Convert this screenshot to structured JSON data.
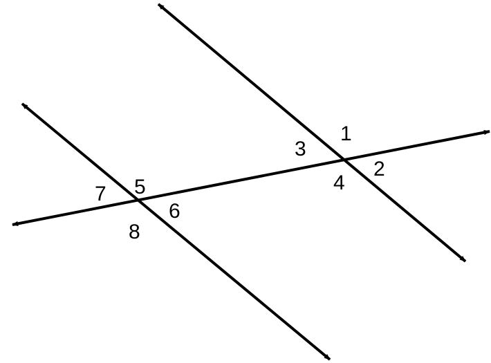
{
  "diagram": {
    "type": "parallel lines cut by a transversal",
    "line_color": "#000000",
    "background_color": "#ffffff",
    "angle_labels": {
      "a1": "1",
      "a2": "2",
      "a3": "3",
      "a4": "4",
      "a5": "5",
      "a6": "6",
      "a7": "7",
      "a8": "8"
    }
  }
}
